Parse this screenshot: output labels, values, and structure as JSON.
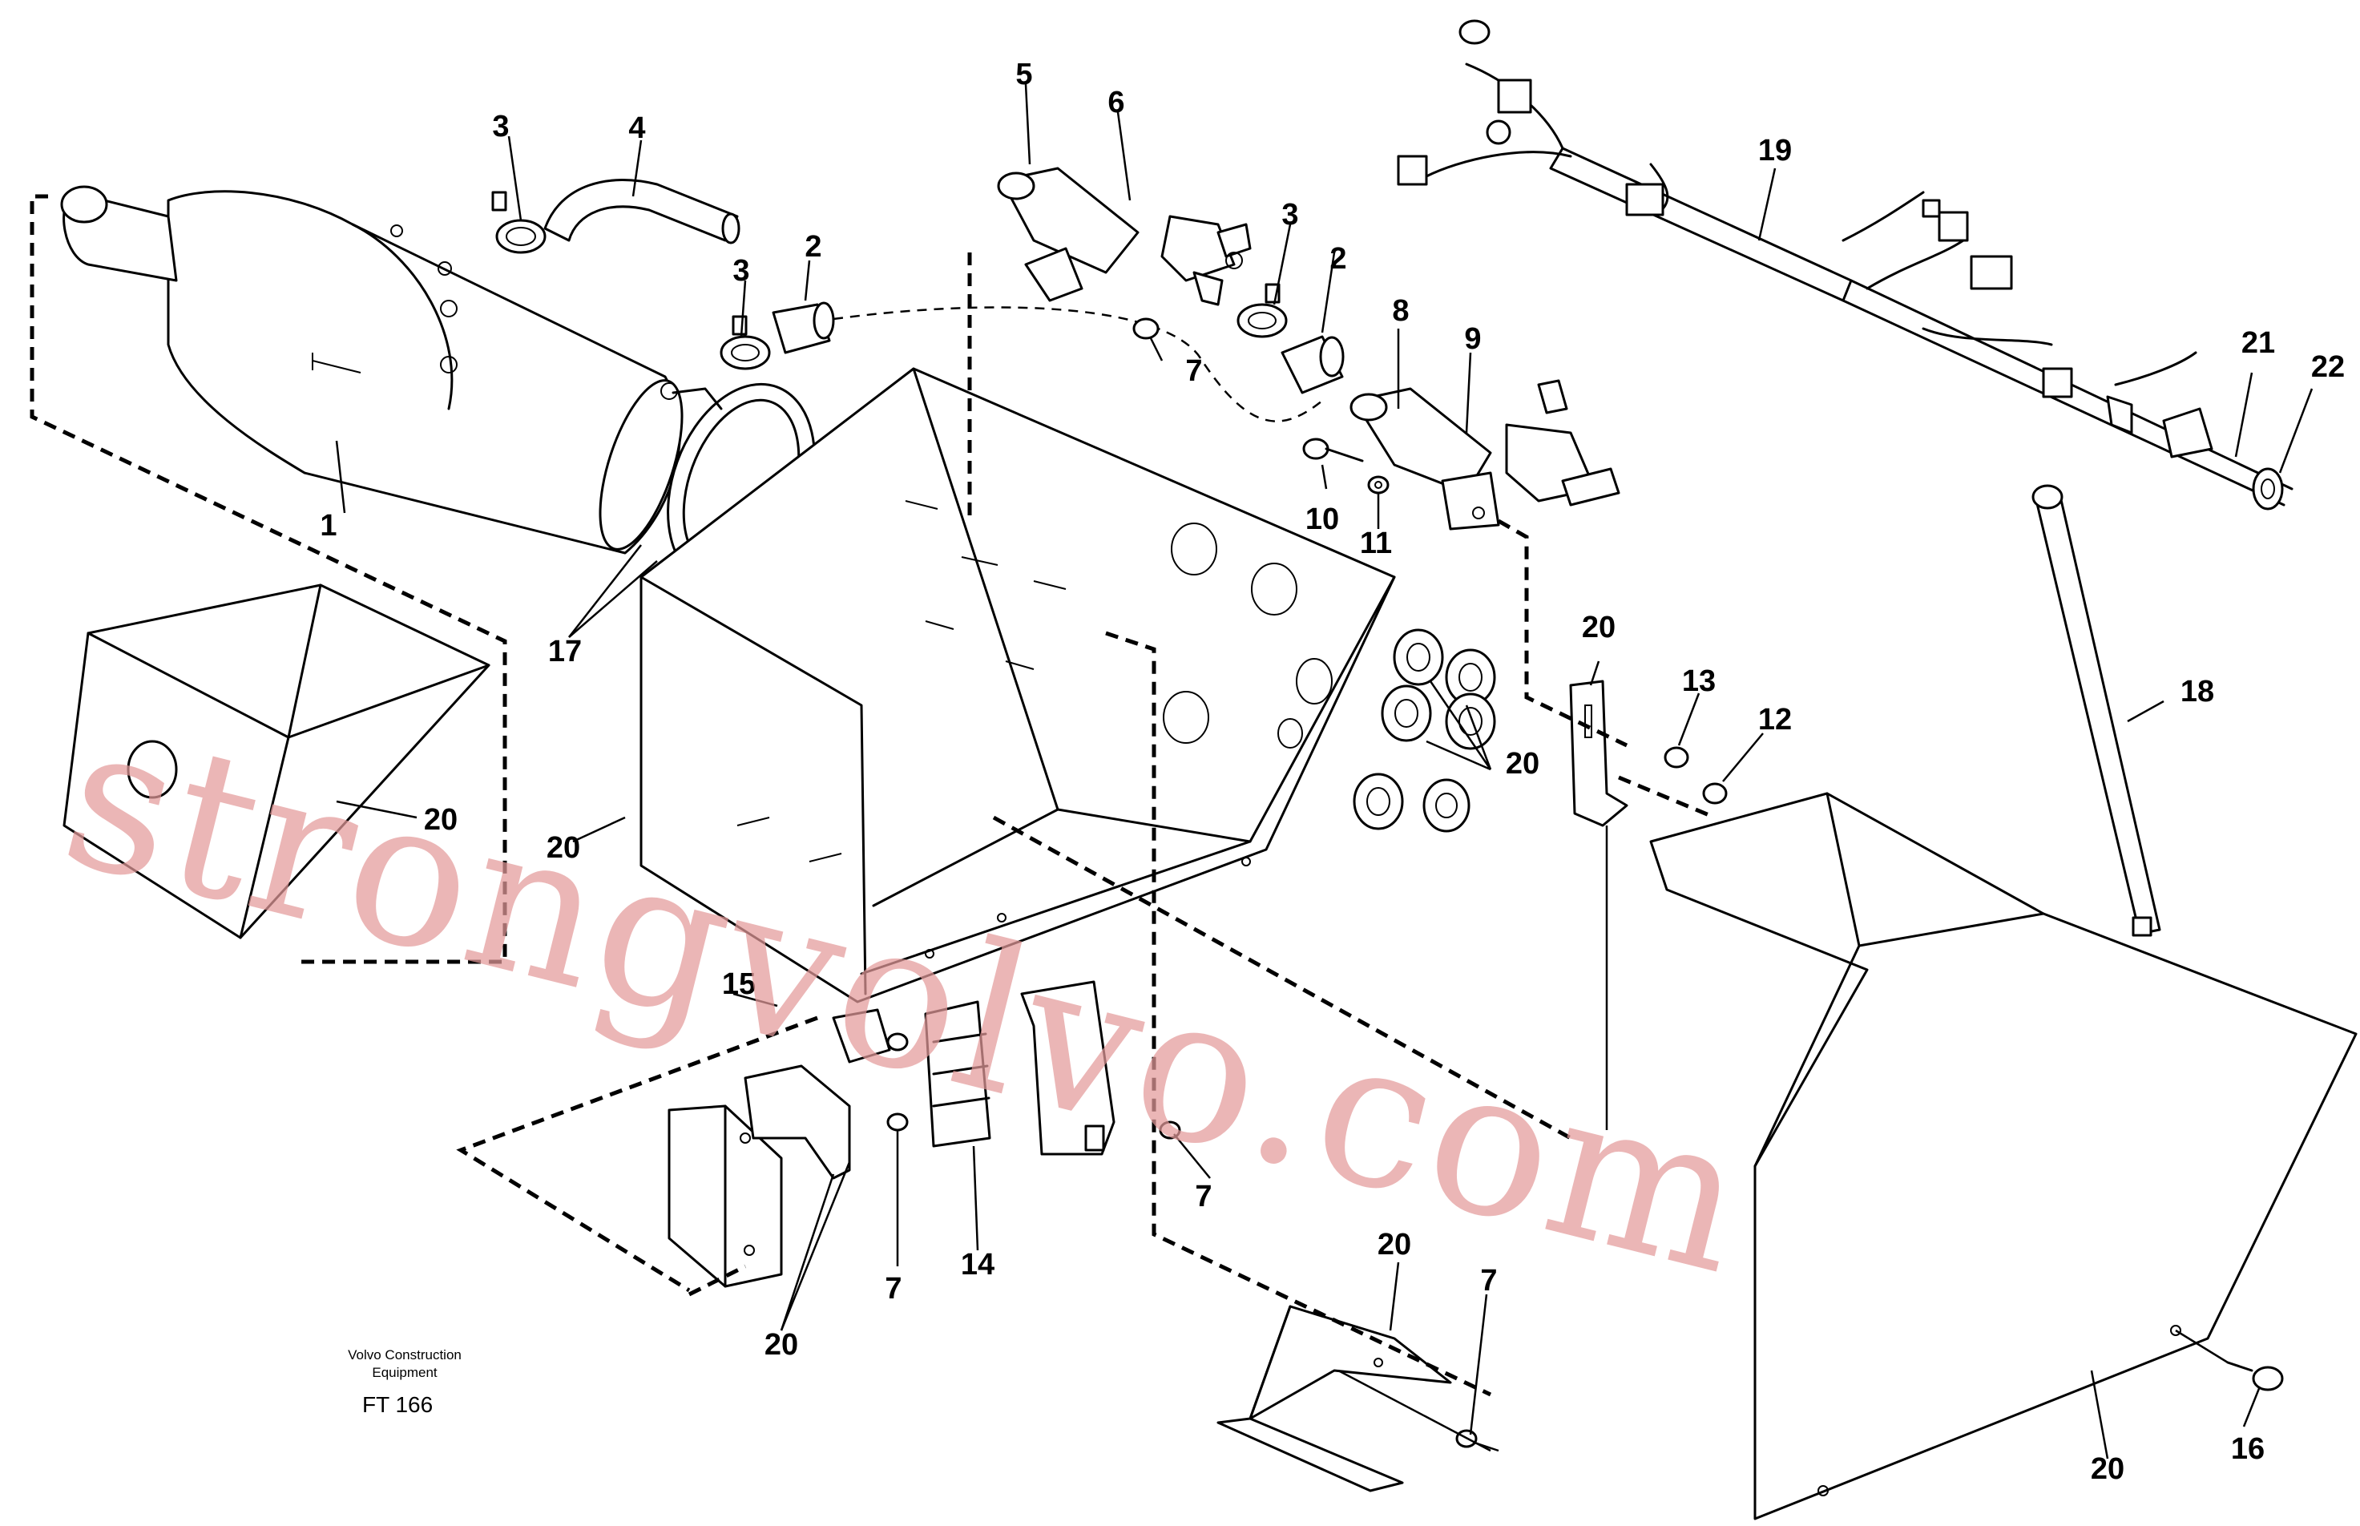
{
  "callouts": {
    "c1": "1",
    "c2a": "2",
    "c2b": "2",
    "c3a": "3",
    "c3b": "3",
    "c3c": "3",
    "c4": "4",
    "c5": "5",
    "c6": "6",
    "c7a": "7",
    "c7b": "7",
    "c7c": "7",
    "c7d": "7",
    "c8": "8",
    "c9": "9",
    "c10": "10",
    "c11": "11",
    "c12": "12",
    "c13": "13",
    "c14": "14",
    "c15": "15",
    "c16": "16",
    "c17": "17",
    "c18": "18",
    "c19": "19",
    "c20a": "20",
    "c20b": "20",
    "c20c": "20",
    "c20d": "20",
    "c20e": "20",
    "c20f": "20",
    "c20g": "20",
    "c21": "21",
    "c22": "22"
  },
  "brand": {
    "line1": "Volvo Construction",
    "line2": "Equipment"
  },
  "figure_code": "FT 166",
  "watermark": "strongvolvo.com"
}
